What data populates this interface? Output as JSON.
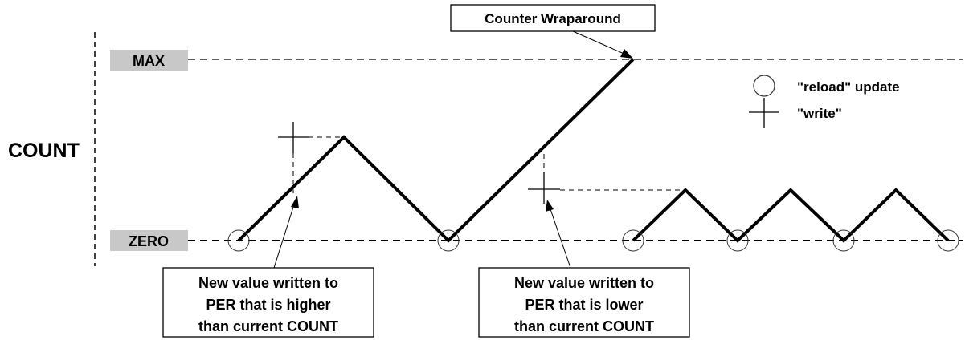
{
  "axis": {
    "ylabel": "COUNT"
  },
  "levels": {
    "max": "MAX",
    "zero": "ZERO"
  },
  "legend": {
    "reload": {
      "icon": "circle-icon",
      "label": "\"reload\" update"
    },
    "write": {
      "icon": "cross-icon",
      "label": "\"write\""
    }
  },
  "callouts": {
    "wraparound": "Counter Wraparound",
    "higher": [
      "New value written to",
      "PER that is higher",
      "than current COUNT"
    ],
    "lower": [
      "New value written to",
      "PER that is lower",
      "than current COUNT"
    ]
  },
  "colors": {
    "line": "#000000",
    "level_box": "#c8c8c8"
  }
}
